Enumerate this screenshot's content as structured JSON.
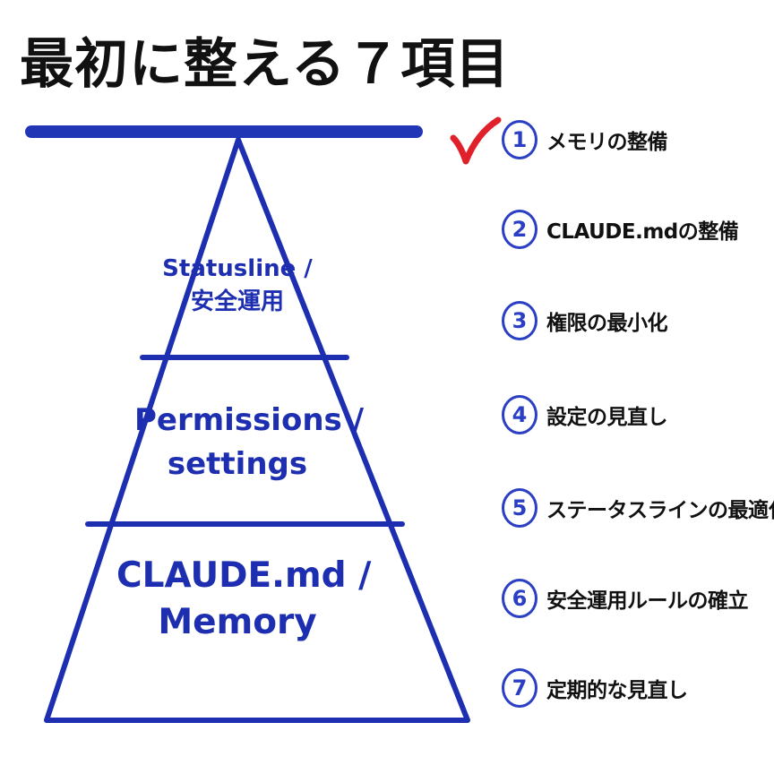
{
  "title": "最初に整える７項目",
  "pyramid": {
    "layers": [
      {
        "lines": [
          "Statusline /",
          "安全運用"
        ]
      },
      {
        "lines": [
          "Permissions /",
          "settings"
        ]
      },
      {
        "lines": [
          "CLAUDE.md /",
          "Memory"
        ]
      }
    ]
  },
  "steps": [
    {
      "number": "1",
      "text": "メモリの整備",
      "checked": true
    },
    {
      "number": "2",
      "text": "CLAUDE.mdの整備",
      "checked": false
    },
    {
      "number": "3",
      "text": "権限の最小化",
      "checked": false
    },
    {
      "number": "4",
      "text": "設定の見直し",
      "checked": false
    },
    {
      "number": "5",
      "text": "ステータスラインの最適化",
      "checked": false
    },
    {
      "number": "6",
      "text": "安全運用ルールの確立",
      "checked": false
    },
    {
      "number": "7",
      "text": "定期的な見直し",
      "checked": false
    }
  ],
  "colors": {
    "pyramid_stroke": "#1d2fb0",
    "title_underline": "#2136b5",
    "number_circle": "#2a3fc4",
    "check_mark": "#e0202a",
    "title_text": "#111111"
  },
  "icons": {
    "check": "check-mark-icon"
  }
}
